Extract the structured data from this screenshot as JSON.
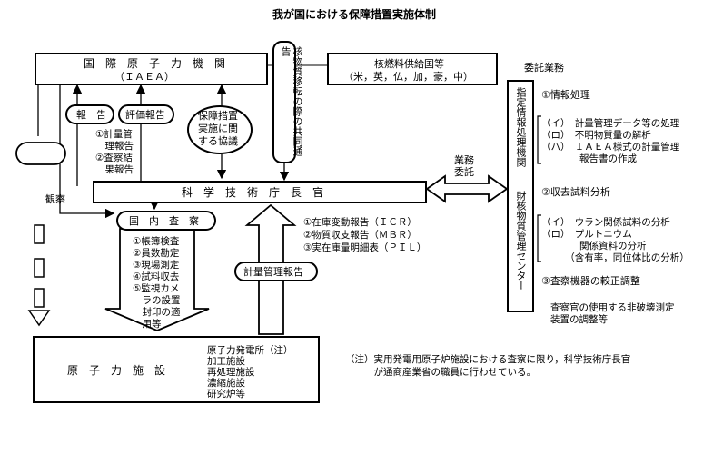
{
  "title": "我が国における保障措置実施体制",
  "iaea": {
    "line1": "国　際　原　子　力　機　関",
    "line2": "（ＩＡＥＡ）"
  },
  "transfer_notice": "核物質移転の際の共同通告",
  "supplier": {
    "line1": "核燃料供給国等",
    "line2": "（米，英，仏，加，豪，中）"
  },
  "report_label": "報　告",
  "evaluation_label": "評価報告",
  "agreement_label": [
    "保障措置",
    "実施に関",
    "する協議"
  ],
  "report_items": [
    "①計量管",
    "　理報告",
    "②査察結",
    "　果報告"
  ],
  "observe_label": "観察",
  "director": "科　学　技　術　庁　長　官",
  "business_label": [
    "業務",
    "委託"
  ],
  "inspection_label": "国　内　査　察",
  "inspection_items": [
    "①帳簿検査",
    "②員数勘定",
    "③現場測定",
    "④試料収去",
    "⑤監視カメ",
    "　ラの設置",
    "　封印の適",
    "　用等"
  ],
  "icr_items": [
    "①在庫変動報告（ＩＣＲ）",
    "②物質収支報告（ＭＢＲ）",
    "③実在庫量明細表（ＰＩＬ）"
  ],
  "accounting_report": "計量管理報告",
  "facility": "原　子　力　施　設",
  "facility_items": [
    "原子力発電所（注）",
    "加工施設",
    "再処理施設",
    "濃縮施設",
    "研究炉等"
  ],
  "note": [
    "（注）実用発電用原子炉施設における査察に限り，科学技術庁長官",
    "　　　が通商産業省の職員に行わせている。"
  ],
  "designated_agency": "指定情報処理機関",
  "center_name": "財核物質管理センター",
  "commission": {
    "header": "委託業務",
    "s1_title": "①情報処理",
    "s1_items": [
      "（イ）　計量管理データ等の処理",
      "（ロ）　不明物質量の解析",
      "（ハ）　ＩＡＥＡ様式の計量管理",
      "　　　　報告書の作成"
    ],
    "s2_title": "②収去試料分析",
    "s2_items": [
      "（イ）　ウラン関係試料の分析",
      "（ロ）　プルトニウム",
      "　　　　関係資料の分析",
      "　　　（含有率，同位体比の分析）"
    ],
    "s3_title": "③査察機器の較正調整",
    "s3_desc": [
      "査察官の使用する非破壊測定",
      "装置の調整等"
    ]
  }
}
